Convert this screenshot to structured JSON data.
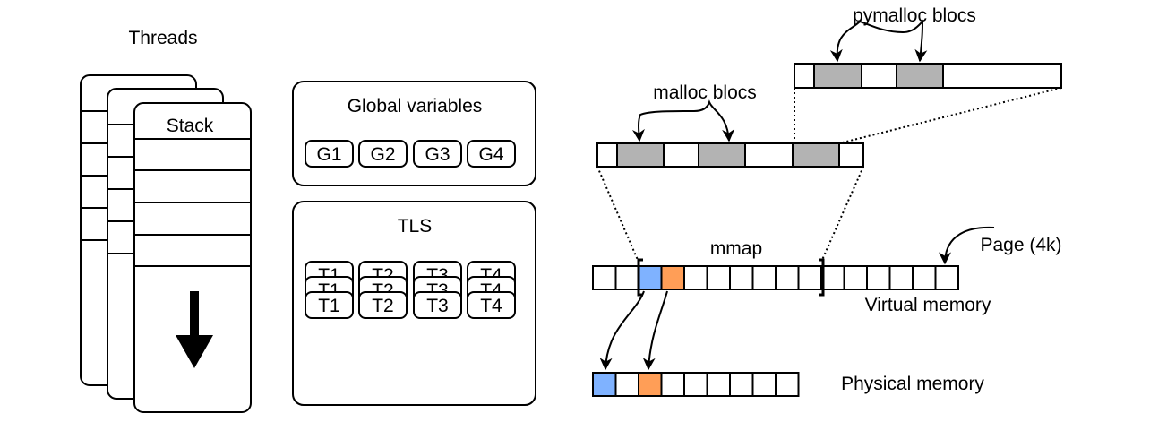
{
  "threads": {
    "title": "Threads",
    "stack_label": "Stack"
  },
  "globals": {
    "title": "Global variables",
    "items": [
      "G1",
      "G2",
      "G3",
      "G4"
    ]
  },
  "tls": {
    "title": "TLS",
    "items": [
      "T1",
      "T2",
      "T3",
      "T4"
    ]
  },
  "malloc": {
    "label": "malloc blocs"
  },
  "pymalloc": {
    "label": "pymalloc blocs"
  },
  "virtual": {
    "mmap_label": "mmap",
    "page_label": "Page (4k)",
    "label": "Virtual memory",
    "cell_count": 16,
    "blue_index": 2,
    "orange_index": 3
  },
  "physical": {
    "label": "Physical memory",
    "cell_count": 9,
    "blue_index": 0,
    "orange_index": 2
  },
  "colors": {
    "blue": "#7fb2ff",
    "orange": "#ff9e57",
    "gray": "#b3b3b3"
  }
}
